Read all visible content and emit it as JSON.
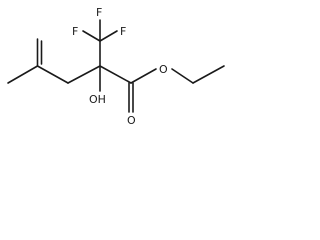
{
  "diagram": {
    "type": "structural-formula",
    "atoms": {
      "f_left": "F",
      "f_top": "F",
      "f_right": "F",
      "hydroxyl": "OH",
      "carbonyl_oxygen": "O",
      "ester_oxygen": "O"
    }
  }
}
